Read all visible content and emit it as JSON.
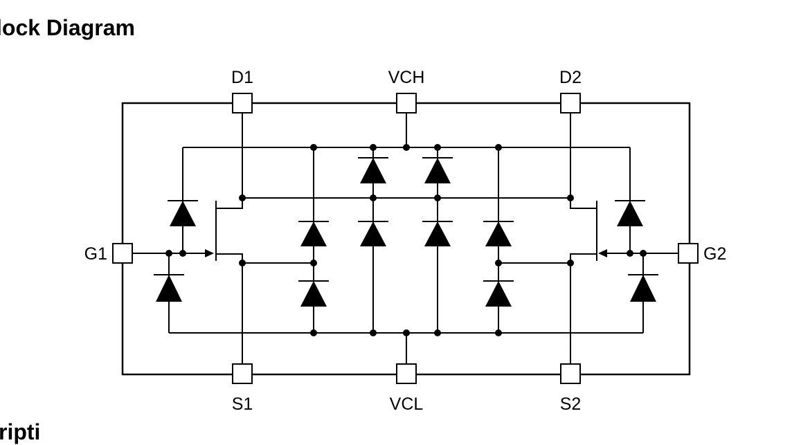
{
  "title": "lock Diagram",
  "next_section_fragment": "ripti",
  "pins": {
    "d1": "D1",
    "vch": "VCH",
    "d2": "D2",
    "g1": "G1",
    "g2": "G2",
    "s1": "S1",
    "vcl": "VCL",
    "s2": "S2"
  }
}
